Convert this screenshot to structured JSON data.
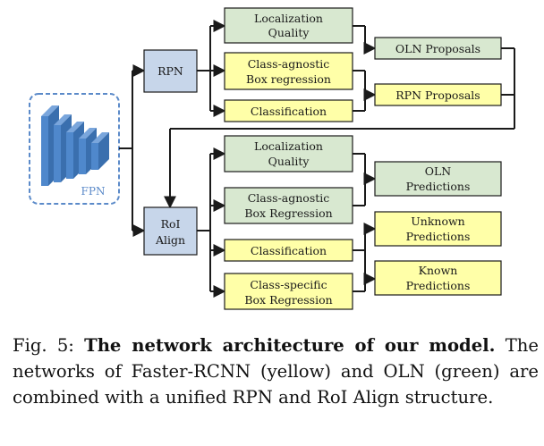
{
  "colors": {
    "green_fill": "#d8e8d0",
    "yellow_fill": "#ffffa8",
    "blue_fill": "#c7d6ea",
    "fpn_blue": "#4f88cc",
    "fpn_border": "#5b8ac9",
    "line": "#1a1a1a"
  },
  "fpn": {
    "label": "FPN"
  },
  "rpn": {
    "label": "RPN"
  },
  "roi": {
    "line1": "RoI",
    "line2": "Align"
  },
  "top_heads": {
    "localization": {
      "line1": "Localization",
      "line2": "Quality"
    },
    "box_regression": {
      "line1": "Class-agnostic",
      "line2": "Box regression"
    },
    "classification": {
      "line1": "Classification"
    }
  },
  "proposals": {
    "oln": "OLN Proposals",
    "rpn": "RPN Proposals"
  },
  "bottom_heads": {
    "localization": {
      "line1": "Localization",
      "line2": "Quality"
    },
    "box_regression": {
      "line1": "Class-agnostic",
      "line2": "Box Regression"
    },
    "classification": {
      "line1": "Classification"
    },
    "class_specific": {
      "line1": "Class-specific",
      "line2": "Box Regression"
    }
  },
  "predictions": {
    "oln": {
      "line1": "OLN",
      "line2": "Predictions"
    },
    "unknown": {
      "line1": "Unknown",
      "line2": "Predictions"
    },
    "known": {
      "line1": "Known",
      "line2": "Predictions"
    }
  },
  "caption": {
    "fig_label": "Fig. 5:",
    "bold_title": "The network architecture of our model.",
    "body": "The networks of Faster-RCNN (yellow) and OLN (green) are combined with a unified RPN and RoI Align structure."
  }
}
